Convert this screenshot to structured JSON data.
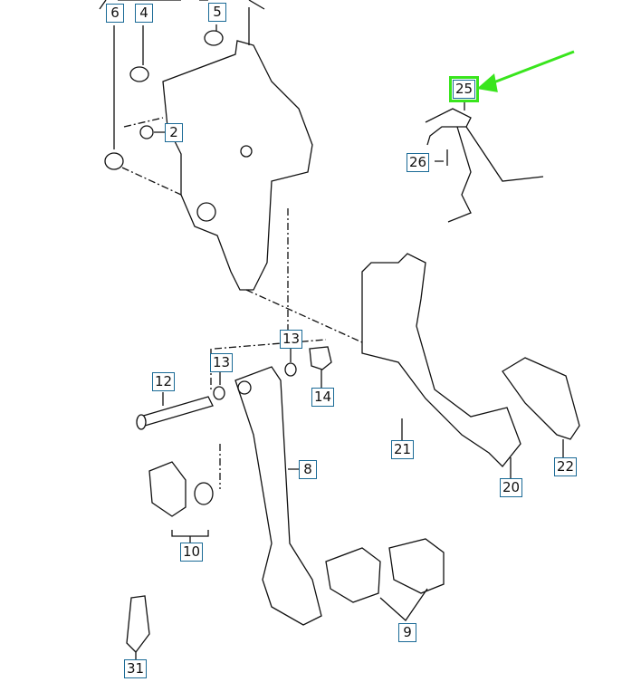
{
  "diagram": {
    "title": "Pedal assembly exploded view",
    "highlight_color": "#39e51d",
    "callout_border_color": "#1a6a96",
    "highlighted_part": "25",
    "callouts": [
      {
        "id": "c6",
        "label": "6"
      },
      {
        "id": "c4",
        "label": "4"
      },
      {
        "id": "c5",
        "label": "5"
      },
      {
        "id": "c2",
        "label": "2"
      },
      {
        "id": "c25",
        "label": "25"
      },
      {
        "id": "c26",
        "label": "26"
      },
      {
        "id": "c13a",
        "label": "13"
      },
      {
        "id": "c13b",
        "label": "13"
      },
      {
        "id": "c12",
        "label": "12"
      },
      {
        "id": "c14",
        "label": "14"
      },
      {
        "id": "c8",
        "label": "8"
      },
      {
        "id": "c21",
        "label": "21"
      },
      {
        "id": "c20",
        "label": "20"
      },
      {
        "id": "c22",
        "label": "22"
      },
      {
        "id": "c10",
        "label": "10"
      },
      {
        "id": "c9",
        "label": "9"
      },
      {
        "id": "c31",
        "label": "31"
      }
    ]
  }
}
